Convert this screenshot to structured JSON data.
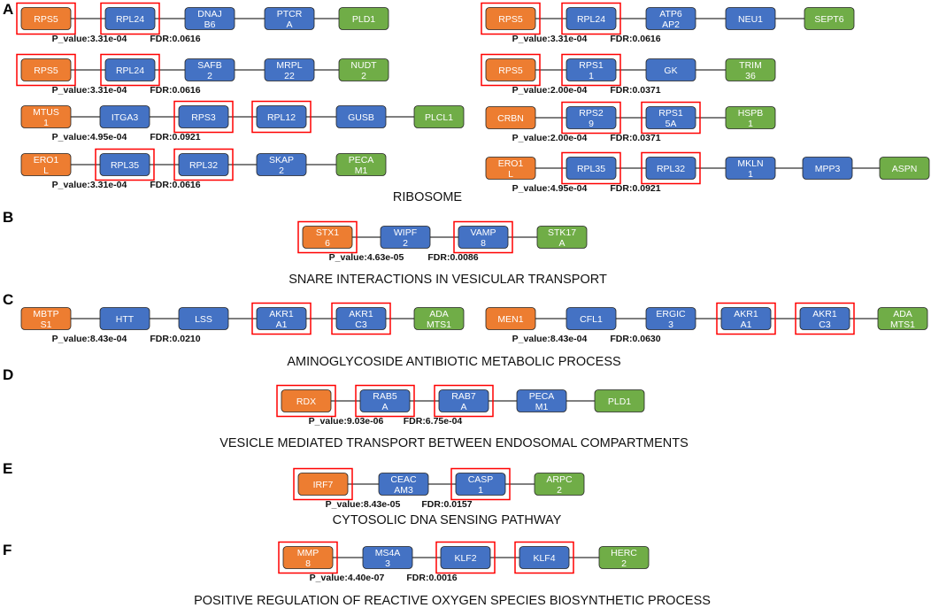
{
  "colors": {
    "orange": "#ed7d31",
    "blue": "#4472c4",
    "green": "#70ad47",
    "highlight": "#ff0000",
    "edge": "#333333"
  },
  "panels": [
    {
      "letter": "A",
      "title": "RIBOSOME"
    },
    {
      "letter": "B",
      "title": "SNARE INTERACTIONS IN VESICULAR TRANSPORT"
    },
    {
      "letter": "C",
      "title": "AMINOGLYCOSIDE ANTIBIOTIC METABOLIC PROCESS"
    },
    {
      "letter": "D",
      "title": "VESICLE MEDIATED TRANSPORT BETWEEN ENDOSOMAL COMPARTMENTS"
    },
    {
      "letter": "E",
      "title": "CYTOSOLIC DNA SENSING PATHWAY"
    },
    {
      "letter": "F",
      "title": "POSITIVE REGULATION OF REACTIVE OXYGEN SPECIES BIOSYNTHETIC PROCESS"
    }
  ],
  "chains": [
    {
      "panel": "A",
      "nodes": [
        {
          "label": "RPS5",
          "color": "orange",
          "highlight": true
        },
        {
          "label": "RPL24",
          "color": "blue",
          "highlight": true
        },
        {
          "label": "DNAJ\nB6",
          "color": "blue",
          "highlight": false
        },
        {
          "label": "PTCR\nA",
          "color": "blue",
          "highlight": false
        },
        {
          "label": "PLD1",
          "color": "green",
          "highlight": false
        }
      ],
      "p_value": "P_value:3.31e-04",
      "fdr": "FDR:0.0616"
    },
    {
      "panel": "A",
      "nodes": [
        {
          "label": "RPS5",
          "color": "orange",
          "highlight": true
        },
        {
          "label": "RPL24",
          "color": "blue",
          "highlight": true
        },
        {
          "label": "ATP6\nAP2",
          "color": "blue",
          "highlight": false
        },
        {
          "label": "NEU1",
          "color": "blue",
          "highlight": false
        },
        {
          "label": "SEPT6",
          "color": "green",
          "highlight": false
        }
      ],
      "p_value": "P_value:3.31e-04",
      "fdr": "FDR:0.0616"
    },
    {
      "panel": "A",
      "nodes": [
        {
          "label": "RPS5",
          "color": "orange",
          "highlight": true
        },
        {
          "label": "RPL24",
          "color": "blue",
          "highlight": true
        },
        {
          "label": "SAFB\n2",
          "color": "blue",
          "highlight": false
        },
        {
          "label": "MRPL\n22",
          "color": "blue",
          "highlight": false
        },
        {
          "label": "NUDT\n2",
          "color": "green",
          "highlight": false
        }
      ],
      "p_value": "P_value:3.31e-04",
      "fdr": "FDR:0.0616"
    },
    {
      "panel": "A",
      "nodes": [
        {
          "label": "RPS5",
          "color": "orange",
          "highlight": true
        },
        {
          "label": "RPS1\n1",
          "color": "blue",
          "highlight": true
        },
        {
          "label": "GK",
          "color": "blue",
          "highlight": false
        },
        {
          "label": "TRIM\n36",
          "color": "green",
          "highlight": false
        }
      ],
      "p_value": "P_value:2.00e-04",
      "fdr": "FDR:0.0371"
    },
    {
      "panel": "A",
      "nodes": [
        {
          "label": "MTUS\n1",
          "color": "orange",
          "highlight": false
        },
        {
          "label": "ITGA3",
          "color": "blue",
          "highlight": false
        },
        {
          "label": "RPS3",
          "color": "blue",
          "highlight": true
        },
        {
          "label": "RPL12",
          "color": "blue",
          "highlight": true
        },
        {
          "label": "GUSB",
          "color": "blue",
          "highlight": false
        },
        {
          "label": "PLCL1",
          "color": "green",
          "highlight": false
        }
      ],
      "p_value": "P_value:4.95e-04",
      "fdr": "FDR:0.0921"
    },
    {
      "panel": "A",
      "nodes": [
        {
          "label": "CRBN",
          "color": "orange",
          "highlight": false
        },
        {
          "label": "RPS2\n9",
          "color": "blue",
          "highlight": true
        },
        {
          "label": "RPS1\n5A",
          "color": "blue",
          "highlight": true
        },
        {
          "label": "HSPB\n1",
          "color": "green",
          "highlight": false
        }
      ],
      "p_value": "P_value:2.00e-04",
      "fdr": "FDR:0.0371"
    },
    {
      "panel": "A",
      "nodes": [
        {
          "label": "ERO1\nL",
          "color": "orange",
          "highlight": false
        },
        {
          "label": "RPL35",
          "color": "blue",
          "highlight": true
        },
        {
          "label": "RPL32",
          "color": "blue",
          "highlight": true
        },
        {
          "label": "SKAP\n2",
          "color": "blue",
          "highlight": false
        },
        {
          "label": "PECA\nM1",
          "color": "green",
          "highlight": false
        }
      ],
      "p_value": "P_value:3.31e-04",
      "fdr": "FDR:0.0616"
    },
    {
      "panel": "A",
      "nodes": [
        {
          "label": "ERO1\nL",
          "color": "orange",
          "highlight": false
        },
        {
          "label": "RPL35",
          "color": "blue",
          "highlight": true
        },
        {
          "label": "RPL32",
          "color": "blue",
          "highlight": true
        },
        {
          "label": "MKLN\n1",
          "color": "blue",
          "highlight": false
        },
        {
          "label": "MPP3",
          "color": "blue",
          "highlight": false
        },
        {
          "label": "ASPN",
          "color": "green",
          "highlight": false
        }
      ],
      "p_value": "P_value:4.95e-04",
      "fdr": "FDR:0.0921"
    },
    {
      "panel": "B",
      "nodes": [
        {
          "label": "STX1\n6",
          "color": "orange",
          "highlight": true
        },
        {
          "label": "WIPF\n2",
          "color": "blue",
          "highlight": false
        },
        {
          "label": "VAMP\n8",
          "color": "blue",
          "highlight": true
        },
        {
          "label": "STK17\nA",
          "color": "green",
          "highlight": false
        }
      ],
      "p_value": "P_value:4.63e-05",
      "fdr": "FDR:0.0086"
    },
    {
      "panel": "C",
      "nodes": [
        {
          "label": "MBTP\nS1",
          "color": "orange",
          "highlight": false
        },
        {
          "label": "HTT",
          "color": "blue",
          "highlight": false
        },
        {
          "label": "LSS",
          "color": "blue",
          "highlight": false
        },
        {
          "label": "AKR1\nA1",
          "color": "blue",
          "highlight": true
        },
        {
          "label": "AKR1\nC3",
          "color": "blue",
          "highlight": true
        },
        {
          "label": "ADA\nMTS1",
          "color": "green",
          "highlight": false
        }
      ],
      "p_value": "P_value:8.43e-04",
      "fdr": "FDR:0.0210"
    },
    {
      "panel": "C",
      "nodes": [
        {
          "label": "MEN1",
          "color": "orange",
          "highlight": false
        },
        {
          "label": "CFL1",
          "color": "blue",
          "highlight": false
        },
        {
          "label": "ERGIC\n3",
          "color": "blue",
          "highlight": false
        },
        {
          "label": "AKR1\nA1",
          "color": "blue",
          "highlight": true
        },
        {
          "label": "AKR1\nC3",
          "color": "blue",
          "highlight": true
        },
        {
          "label": "ADA\nMTS1",
          "color": "green",
          "highlight": false
        }
      ],
      "p_value": "P_value:8.43e-04",
      "fdr": "FDR:0.0630"
    },
    {
      "panel": "D",
      "nodes": [
        {
          "label": "RDX",
          "color": "orange",
          "highlight": true
        },
        {
          "label": "RAB5\nA",
          "color": "blue",
          "highlight": true
        },
        {
          "label": "RAB7\nA",
          "color": "blue",
          "highlight": true
        },
        {
          "label": "PECA\nM1",
          "color": "blue",
          "highlight": false
        },
        {
          "label": "PLD1",
          "color": "green",
          "highlight": false
        }
      ],
      "p_value": "P_value:9.03e-06",
      "fdr": "FDR:6.75e-04"
    },
    {
      "panel": "E",
      "nodes": [
        {
          "label": "IRF7",
          "color": "orange",
          "highlight": true
        },
        {
          "label": "CEAC\nAM3",
          "color": "blue",
          "highlight": false
        },
        {
          "label": "CASP\n1",
          "color": "blue",
          "highlight": true
        },
        {
          "label": "ARPC\n2",
          "color": "green",
          "highlight": false
        }
      ],
      "p_value": "P_value:8.43e-05",
      "fdr": "FDR:0.0157"
    },
    {
      "panel": "F",
      "nodes": [
        {
          "label": "MMP\n8",
          "color": "orange",
          "highlight": true
        },
        {
          "label": "MS4A\n3",
          "color": "blue",
          "highlight": false
        },
        {
          "label": "KLF2",
          "color": "blue",
          "highlight": true
        },
        {
          "label": "KLF4",
          "color": "blue",
          "highlight": true
        },
        {
          "label": "HERC\n2",
          "color": "green",
          "highlight": false
        }
      ],
      "p_value": "P_value:4.40e-07",
      "fdr": "FDR:0.0016"
    }
  ]
}
